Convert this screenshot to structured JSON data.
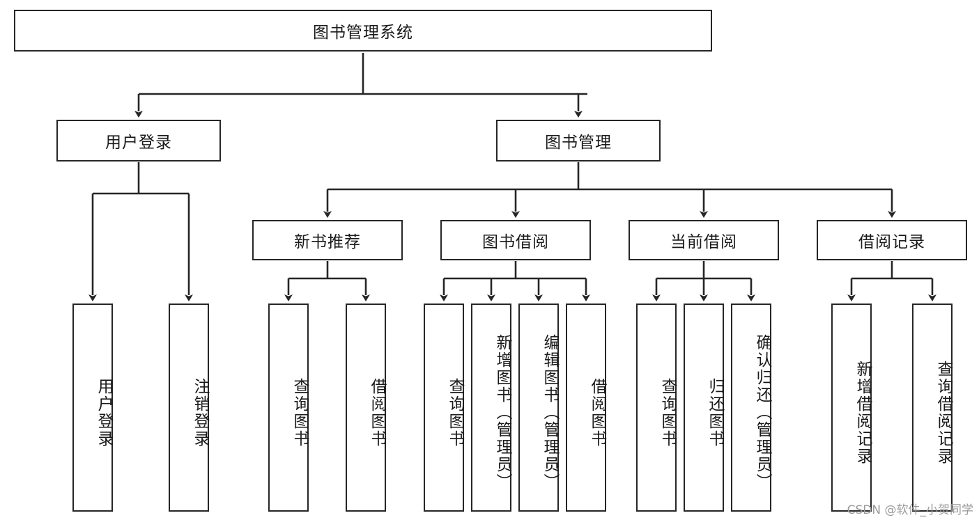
{
  "diagram": {
    "title": "图书管理系统",
    "type": "hierarchy-tree",
    "watermark": "CSDN @软件_小贺同学",
    "colors": {
      "stroke": "#262626",
      "fill": "#ffffff",
      "text": "#1a1a1a",
      "watermark": "#9a9a9a"
    },
    "nodes": {
      "root": "图书管理系统",
      "level2": {
        "user_login": "用户登录",
        "book_manage": "图书管理"
      },
      "level3": {
        "new_book_recommend": "新书推荐",
        "book_borrow": "图书借阅",
        "current_borrow": "当前借阅",
        "borrow_record": "借阅记录"
      },
      "leaves": {
        "user_login_1": "用户登录",
        "user_login_2": "注销登录",
        "recommend_1": "查询图书",
        "recommend_2": "借阅图书",
        "borrow_1": "查询图书",
        "borrow_2": "新增图书（管理员）",
        "borrow_3": "编辑图书（管理员）",
        "borrow_4": "借阅图书",
        "current_1": "查询图书",
        "current_2": "归还图书",
        "current_3": "确认归还（管理员）",
        "record_1": "新增借阅记录",
        "record_2": "查询借阅记录"
      }
    }
  }
}
